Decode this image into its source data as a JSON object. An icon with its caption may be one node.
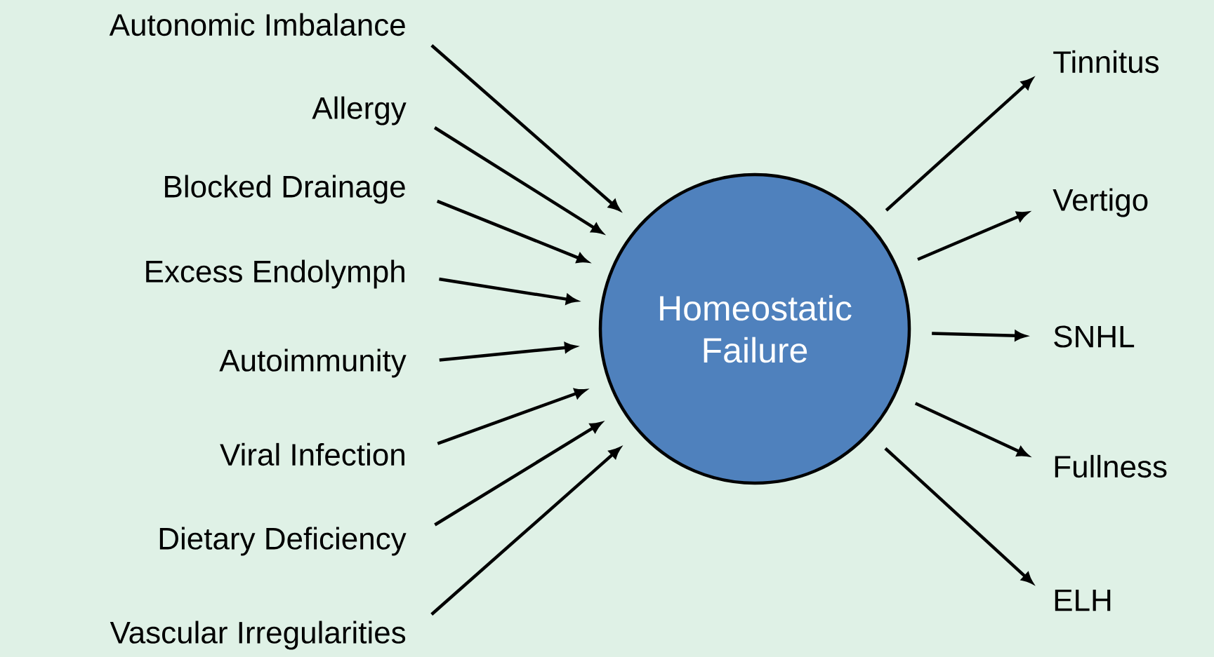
{
  "diagram": {
    "nodes": [
      {
        "text": [
          "Autonomic Imbalance"
        ]
      },
      {
        "text": [
          "Allergy"
        ]
      },
      {
        "text": [
          "Blocked Drainage"
        ]
      },
      {
        "text": [
          "Excess Endolymph"
        ]
      },
      {
        "text": [
          "Autoimmunity"
        ]
      },
      {
        "text": [
          "Viral Infection"
        ]
      },
      {
        "text": [
          "Dietary Deficiency"
        ]
      },
      {
        "text": [
          "Vascular Irregularities"
        ]
      },
      {
        "text": [
          "Homeostatic Failure"
        ]
      },
      {
        "text": [
          "Tinnitus"
        ]
      },
      {
        "text": [
          "Vertigo"
        ]
      },
      {
        "text": [
          "SNHL"
        ]
      },
      {
        "text": [
          "Fullness"
        ]
      },
      {
        "text": [
          "ELH"
        ]
      }
    ],
    "edges": [
      {
        "from": 0,
        "to": 8,
        "arrow": "to"
      },
      {
        "from": 1,
        "to": 8,
        "arrow": "to"
      },
      {
        "from": 2,
        "to": 8,
        "arrow": "to"
      },
      {
        "from": 3,
        "to": 8,
        "arrow": "to"
      },
      {
        "from": 4,
        "to": 8,
        "arrow": "to"
      },
      {
        "from": 5,
        "to": 8,
        "arrow": "to"
      },
      {
        "from": 6,
        "to": 8,
        "arrow": "to"
      },
      {
        "from": 7,
        "to": 8,
        "arrow": "to"
      },
      {
        "from": 8,
        "to": 9,
        "arrow": "to"
      },
      {
        "from": 8,
        "to": 10,
        "arrow": "to"
      },
      {
        "from": 8,
        "to": 11,
        "arrow": "to"
      },
      {
        "from": 8,
        "to": 12,
        "arrow": "to"
      },
      {
        "from": 8,
        "to": 13,
        "arrow": "to"
      }
    ]
  }
}
